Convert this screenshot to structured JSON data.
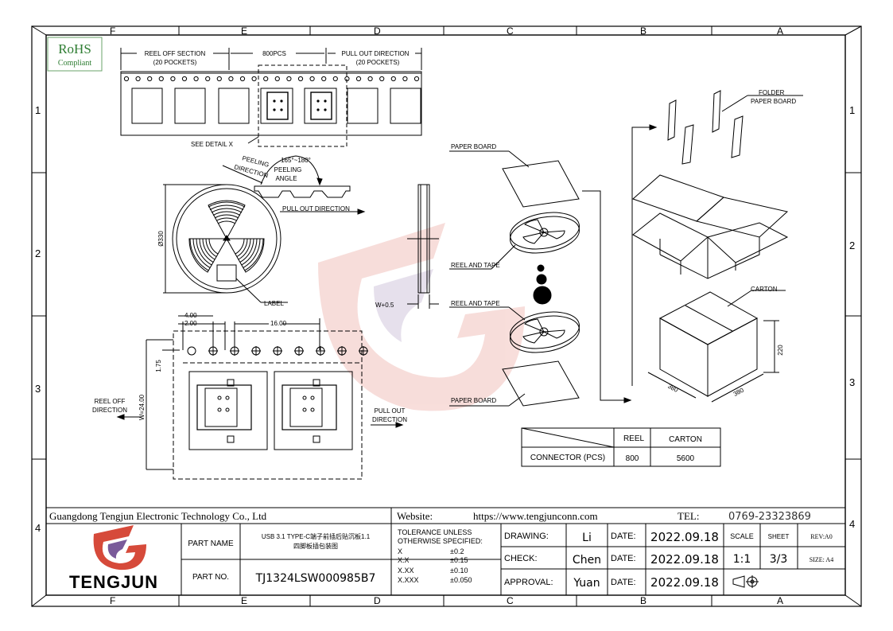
{
  "border": {
    "cols": [
      "F",
      "E",
      "D",
      "C",
      "B",
      "A"
    ],
    "rows": [
      "1",
      "2",
      "3",
      "4"
    ]
  },
  "rohs": {
    "line1": "RoHS",
    "line2": "Compliant"
  },
  "tape": {
    "reel_off_section": "REEL OFF SECTION",
    "reel_off_pockets": "(20 POCKETS)",
    "pcs": "800PCS",
    "pull_out_direction": "PULL OUT DIRECTION",
    "pull_out_pockets": "(20 POCKETS)",
    "see_detail": "SEE DETAIL X"
  },
  "reel": {
    "peeling_direction_1": "PEELING",
    "peeling_direction_2": "DIRECTION",
    "angle_range": "165°~180°",
    "peeling_angle_1": "PEELING",
    "peeling_angle_2": "ANGLE",
    "pull_out_direction": "PULL OUT DIRECTION",
    "diameter": "Ø330",
    "label": "LABEL",
    "width": "W+0.5"
  },
  "detail": {
    "dim_4": "4.00",
    "dim_2": "2.00",
    "dim_16": "16.00",
    "dim_175": "1.75",
    "dim_w": "W=24.00",
    "reel_off_1": "REEL OFF",
    "reel_off_2": "DIRECTION",
    "pull_out_1": "PULL OUT",
    "pull_out_2": "DIRECTION"
  },
  "packing": {
    "paper_board_top": "PAPER BOARD",
    "reel_tape_1": "REEL AND TAPE",
    "reel_tape_2": "REEL AND TAPE",
    "paper_board_bottom": "PAPER BOARD",
    "folder_1": "FOLDER",
    "folder_2": "PAPER BOARD",
    "carton": "CARTON",
    "dim_220": "220",
    "dim_380a": "380",
    "dim_380b": "380"
  },
  "qty_table": {
    "headers": [
      "REEL",
      "CARTON"
    ],
    "row_label": "CONNECTOR (PCS)",
    "values": [
      "800",
      "5600"
    ]
  },
  "title_block": {
    "company": "Guangdong Tengjun Electronic Technology Co., Ltd",
    "website_label": "Website:",
    "website": "https://www.tengjunconn.com",
    "tel_label": "TEL:",
    "tel": "0769-23323869",
    "logo_text": "TENGJUN",
    "part_name_label": "PART NAME",
    "part_name_1": "USB 3.1 TYPE-C端子前插后贴沉板1.1",
    "part_name_2": "四脚板插包装图",
    "part_no_label": "PART NO.",
    "part_no": "TJ1324LSW000985B7",
    "tol_1": "TOLERANCE  UNLESS",
    "tol_2": "OTHERWISE  SPECIFIED:",
    "tol_rows": [
      [
        "X",
        "±0.2"
      ],
      [
        "X.X",
        "±0.15"
      ],
      [
        "X.XX",
        "±0.10"
      ],
      [
        "X.XXX",
        "±0.050"
      ]
    ],
    "drawing_label": "DRAWING:",
    "drawing": "Li",
    "check_label": "CHECK:",
    "check": "Chen",
    "approval_label": "APPROVAL:",
    "approval": "Yuan",
    "date_label": "DATE:",
    "date1": "2022.09.18",
    "date2": "2022.09.18",
    "date3": "2022.09.18",
    "scale_label": "SCALE",
    "scale": "1:1",
    "sheet_label": "SHEET",
    "sheet": "3/3",
    "rev": "REV:A0",
    "size": "SIZE: A4"
  },
  "colors": {
    "logo_red": "#d64a3a",
    "logo_purple": "#7a5a9a",
    "watermark": "#f3e4df"
  }
}
